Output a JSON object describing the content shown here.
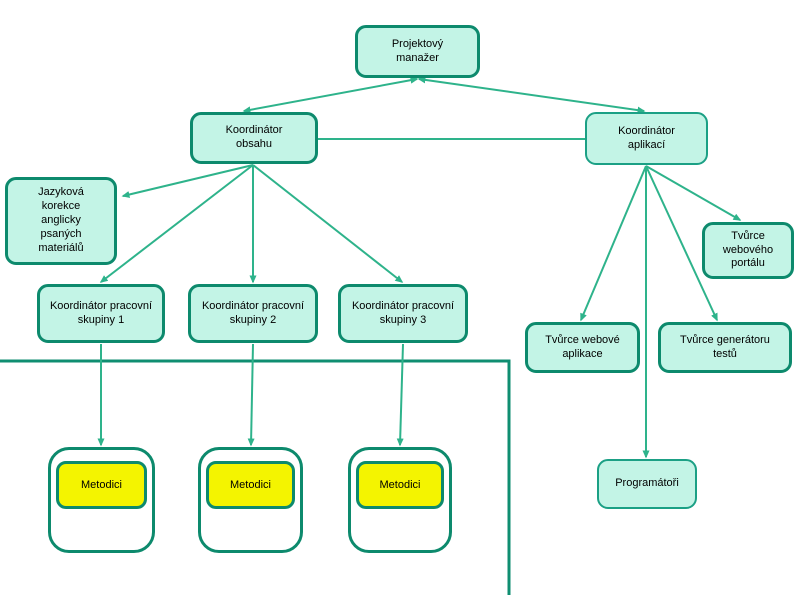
{
  "diagram": {
    "type": "org-chart",
    "language": "cs",
    "nodes": {
      "projektovy_manazer": {
        "label": "Projektový manažer"
      },
      "koordinator_obsahu": {
        "label": "Koordinátor obsahu"
      },
      "koordinator_aplikaci": {
        "label": "Koordinátor aplikací"
      },
      "jazykova_korekce": {
        "label": "Jazyková korekce anglicky psaných materiálů"
      },
      "koordinator_ps1": {
        "label": "Koordinátor pracovní skupiny 1"
      },
      "koordinator_ps2": {
        "label": "Koordinátor pracovní skupiny 2"
      },
      "koordinator_ps3": {
        "label": "Koordinátor pracovní skupiny 3"
      },
      "tvurce_weboveho_portalu": {
        "label": "Tvůrce webového portálu"
      },
      "tvurce_webove_aplikace": {
        "label": "Tvůrce webové aplikace"
      },
      "tvurce_generatoru_testu": {
        "label": "Tvůrce generátoru testů"
      },
      "metodici_1": {
        "label": "Metodici"
      },
      "metodici_2": {
        "label": "Metodici"
      },
      "metodici_3": {
        "label": "Metodici"
      },
      "programatori": {
        "label": "Programátoři"
      }
    },
    "edges": [
      {
        "from": "projektovy_manazer",
        "to": "koordinator_obsahu",
        "arrows": "both"
      },
      {
        "from": "projektovy_manazer",
        "to": "koordinator_aplikaci",
        "arrows": "both"
      },
      {
        "from": "koordinator_obsahu",
        "to": "koordinator_aplikaci",
        "arrows": "none"
      },
      {
        "from": "koordinator_obsahu",
        "to": "jazykova_korekce",
        "arrows": "end"
      },
      {
        "from": "koordinator_obsahu",
        "to": "koordinator_ps1",
        "arrows": "end"
      },
      {
        "from": "koordinator_obsahu",
        "to": "koordinator_ps2",
        "arrows": "end"
      },
      {
        "from": "koordinator_obsahu",
        "to": "koordinator_ps3",
        "arrows": "end"
      },
      {
        "from": "koordinator_aplikaci",
        "to": "tvurce_weboveho_portalu",
        "arrows": "end"
      },
      {
        "from": "koordinator_aplikaci",
        "to": "tvurce_webove_aplikace",
        "arrows": "end"
      },
      {
        "from": "koordinator_aplikaci",
        "to": "tvurce_generatoru_testu",
        "arrows": "end"
      },
      {
        "from": "koordinator_aplikaci",
        "to": "programatori",
        "arrows": "end"
      },
      {
        "from": "koordinator_ps1",
        "to": "metodici_1",
        "arrows": "end"
      },
      {
        "from": "koordinator_ps2",
        "to": "metodici_2",
        "arrows": "end"
      },
      {
        "from": "koordinator_ps3",
        "to": "metodici_3",
        "arrows": "end"
      }
    ],
    "palette": {
      "node-fill": "#c3f4e6",
      "node-border": "#0d8a6d",
      "node-border-light": "#1ba085",
      "connector": "#2eb38b",
      "frame": "#0f8e71",
      "metodici-fill": "#f4f400",
      "text": "#000000",
      "bg": "#ffffff"
    }
  }
}
